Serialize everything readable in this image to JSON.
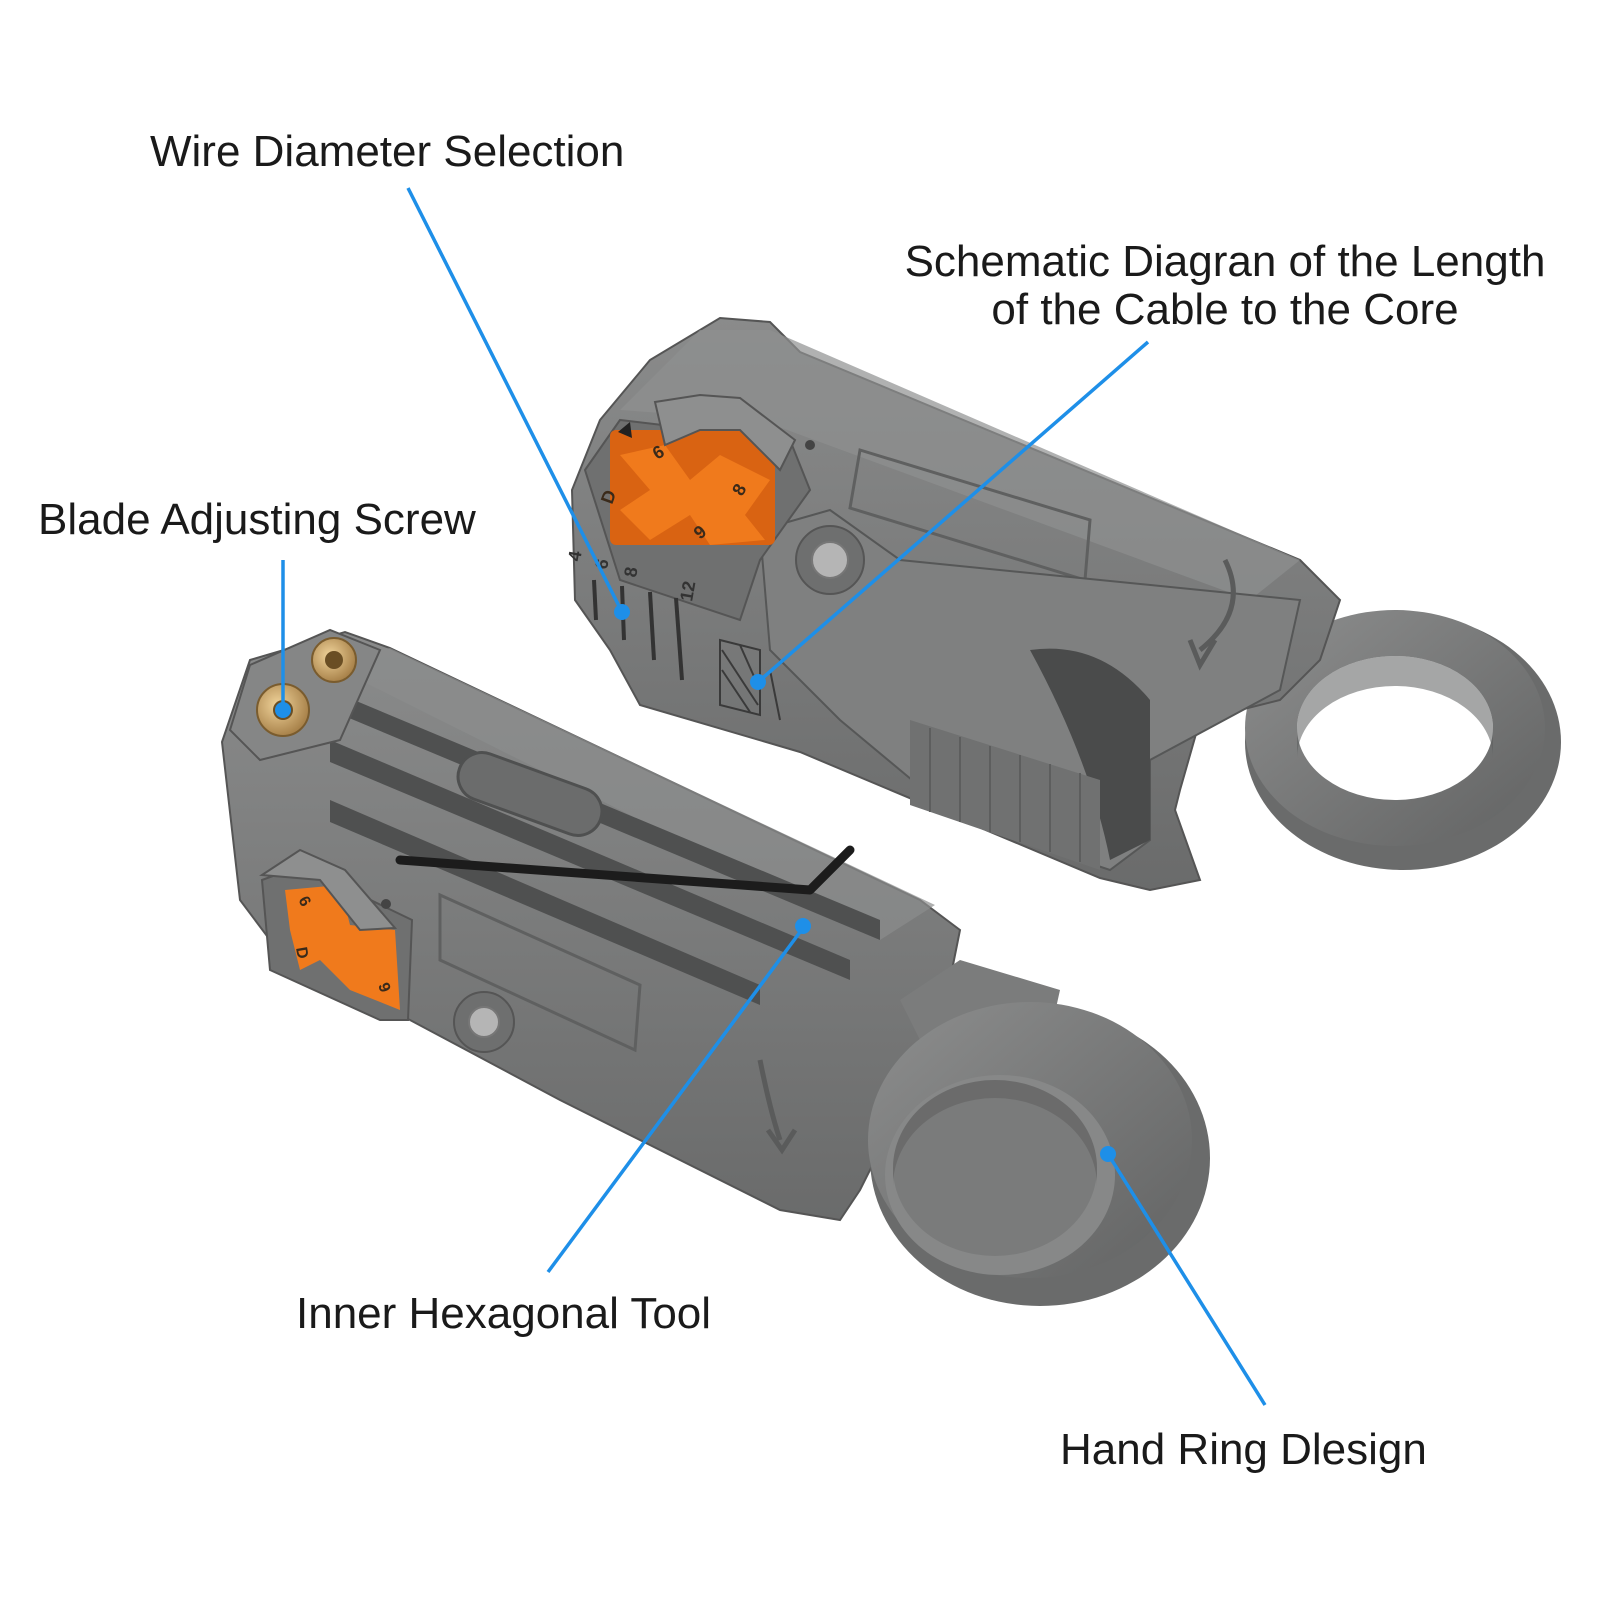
{
  "callouts": {
    "wire_diameter": "Wire Diameter Selection",
    "schematic_line1": "Schematic Diagran of the Length",
    "schematic_line2": "of the Cable to the Core",
    "blade_screw": "Blade Adjusting Screw",
    "hex_tool": "Inner Hexagonal Tool",
    "hand_ring": "Hand Ring Dlesign"
  },
  "tool_markings": {
    "scale_numbers": [
      "4",
      "6",
      "8",
      "12"
    ],
    "orange_top": "6",
    "orange_left": "D",
    "orange_right": "8",
    "orange_bottom": "9"
  },
  "colors": {
    "background": "#ffffff",
    "tool_body": "#7a7b7b",
    "tool_shadow": "#5c5d5d",
    "tool_highlight": "#9a9b9b",
    "cassette": "#f07318",
    "brass": "#c9a46a",
    "leader_line": "#1e8fe8",
    "label_text": "#1a1a1a"
  }
}
